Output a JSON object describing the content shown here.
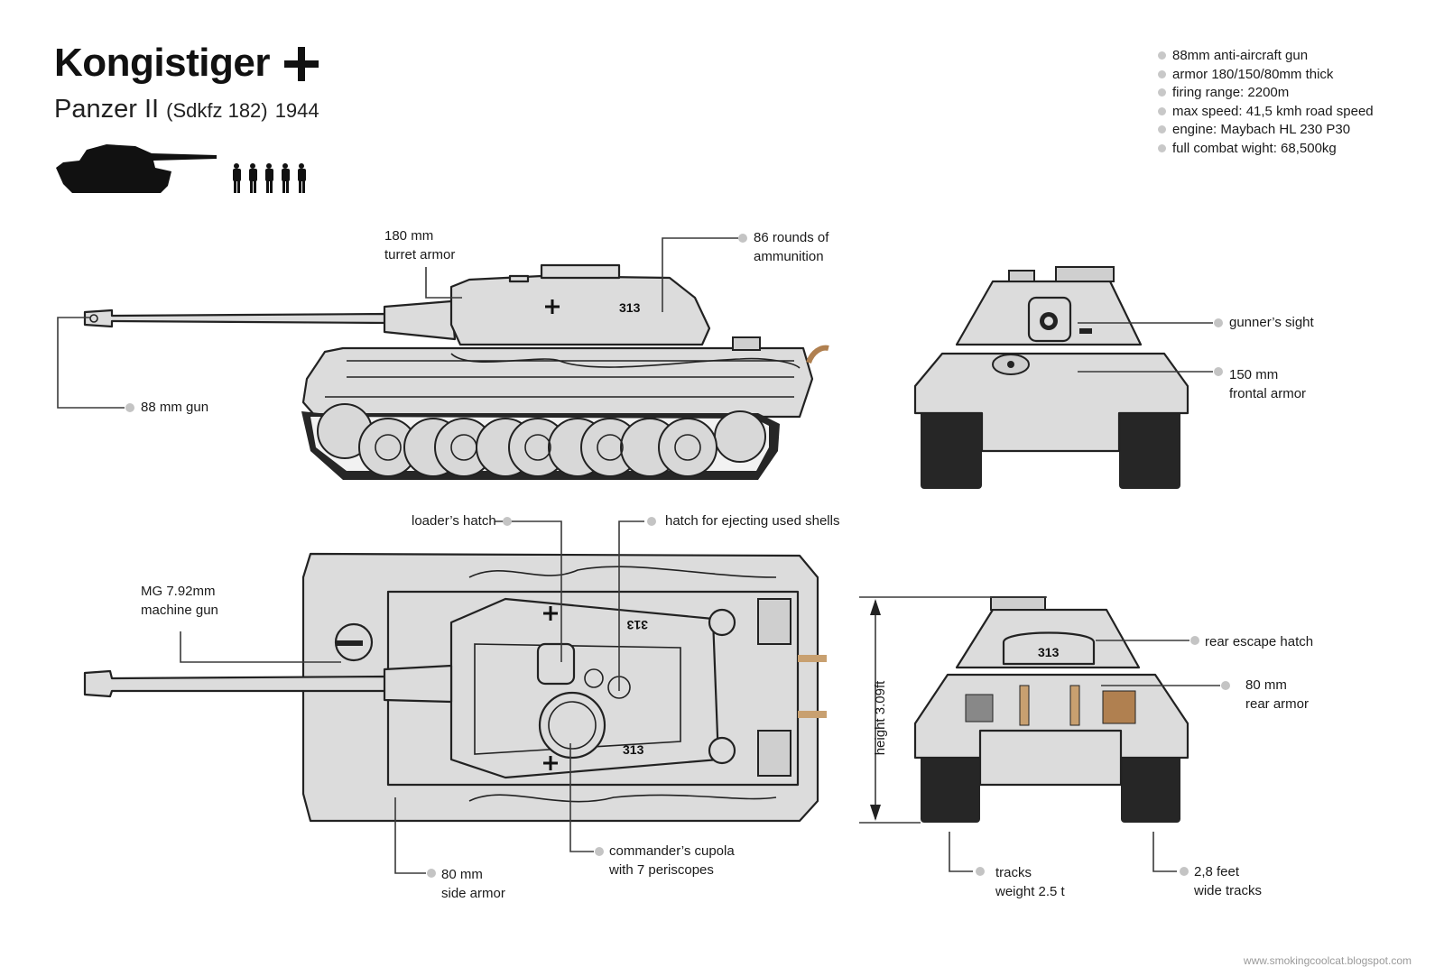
{
  "header": {
    "title": "Kongistiger",
    "subtitle_main": "Panzer II",
    "subtitle_detail": "(Sdkfz 182)",
    "subtitle_year": "1944",
    "title_icon": "cross-icon",
    "silhouette_icon": "tank-silhouette-icon",
    "crew_icon": "soldier-silhouette-icon"
  },
  "specs": [
    "88mm anti-aircraft gun",
    "armor 180/150/80mm thick",
    "firing range: 2200m",
    "max speed: 41,5 kmh road speed",
    "engine: Maybach HL 230 P30",
    "full combat wight: 68,500kg"
  ],
  "callouts": {
    "turret_armor": [
      "180 mm",
      "turret armor"
    ],
    "ammunition": [
      "86 rounds of",
      "ammunition"
    ],
    "gun": [
      "88 mm gun"
    ],
    "gunners_sight": [
      "gunner’s sight"
    ],
    "frontal_armor": [
      "150 mm",
      "frontal armor"
    ],
    "loaders_hatch": [
      "loader’s hatch"
    ],
    "ejection_hatch": [
      "hatch for ejecting used shells"
    ],
    "machine_gun": [
      "MG 7.92mm",
      "machine gun"
    ],
    "rear_escape_hatch": [
      "rear escape hatch"
    ],
    "rear_armor": [
      "80 mm",
      "rear armor"
    ],
    "side_armor": [
      "80 mm",
      "side armor"
    ],
    "commanders_cupola": [
      "commander’s cupola",
      "with 7 periscopes"
    ],
    "tracks": [
      "tracks",
      "weight 2.5 t"
    ],
    "track_width": [
      "2,8 feet",
      "wide tracks"
    ],
    "height": "height 3.09ft"
  },
  "hull_number": "313",
  "colors": {
    "hull": "#dcdcdc",
    "outline": "#222222",
    "track": "#262626",
    "leader_dot": "#c4c4c4",
    "exhaust": "#c8a070"
  },
  "credit": "www.smokingcoolcat.blogspot.com"
}
